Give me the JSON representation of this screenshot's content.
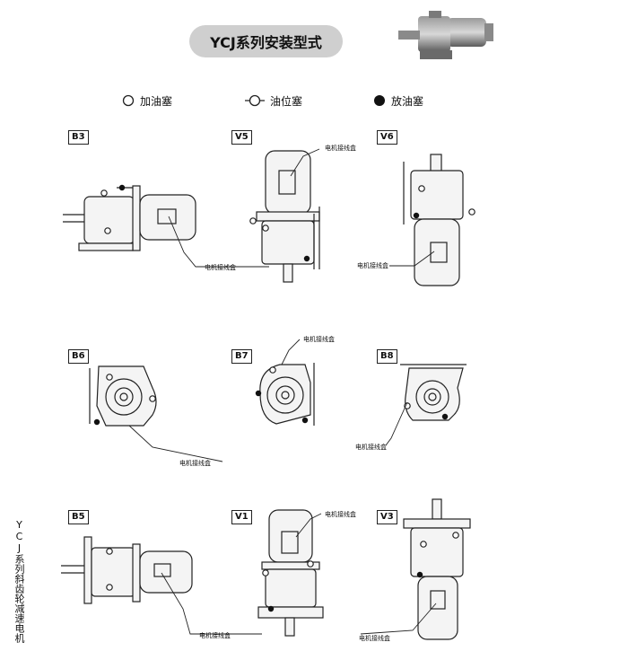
{
  "title": "YCJ系列安装型式",
  "legend": [
    {
      "label": "加油塞",
      "icon": "open-circle-icon"
    },
    {
      "label": "油位塞",
      "icon": "circle-with-line-icon"
    },
    {
      "label": "放油塞",
      "icon": "filled-circle-icon"
    }
  ],
  "box_label": "电机接线盒",
  "forms": [
    "B3",
    "V5",
    "V6",
    "B6",
    "B7",
    "B8",
    "B5",
    "V1",
    "V3"
  ],
  "side_label": "YCJ系列斜齿轮减速电机",
  "colors": {
    "pill": "#cfcfcf",
    "line": "#222222",
    "body_fill": "#f4f4f4"
  }
}
